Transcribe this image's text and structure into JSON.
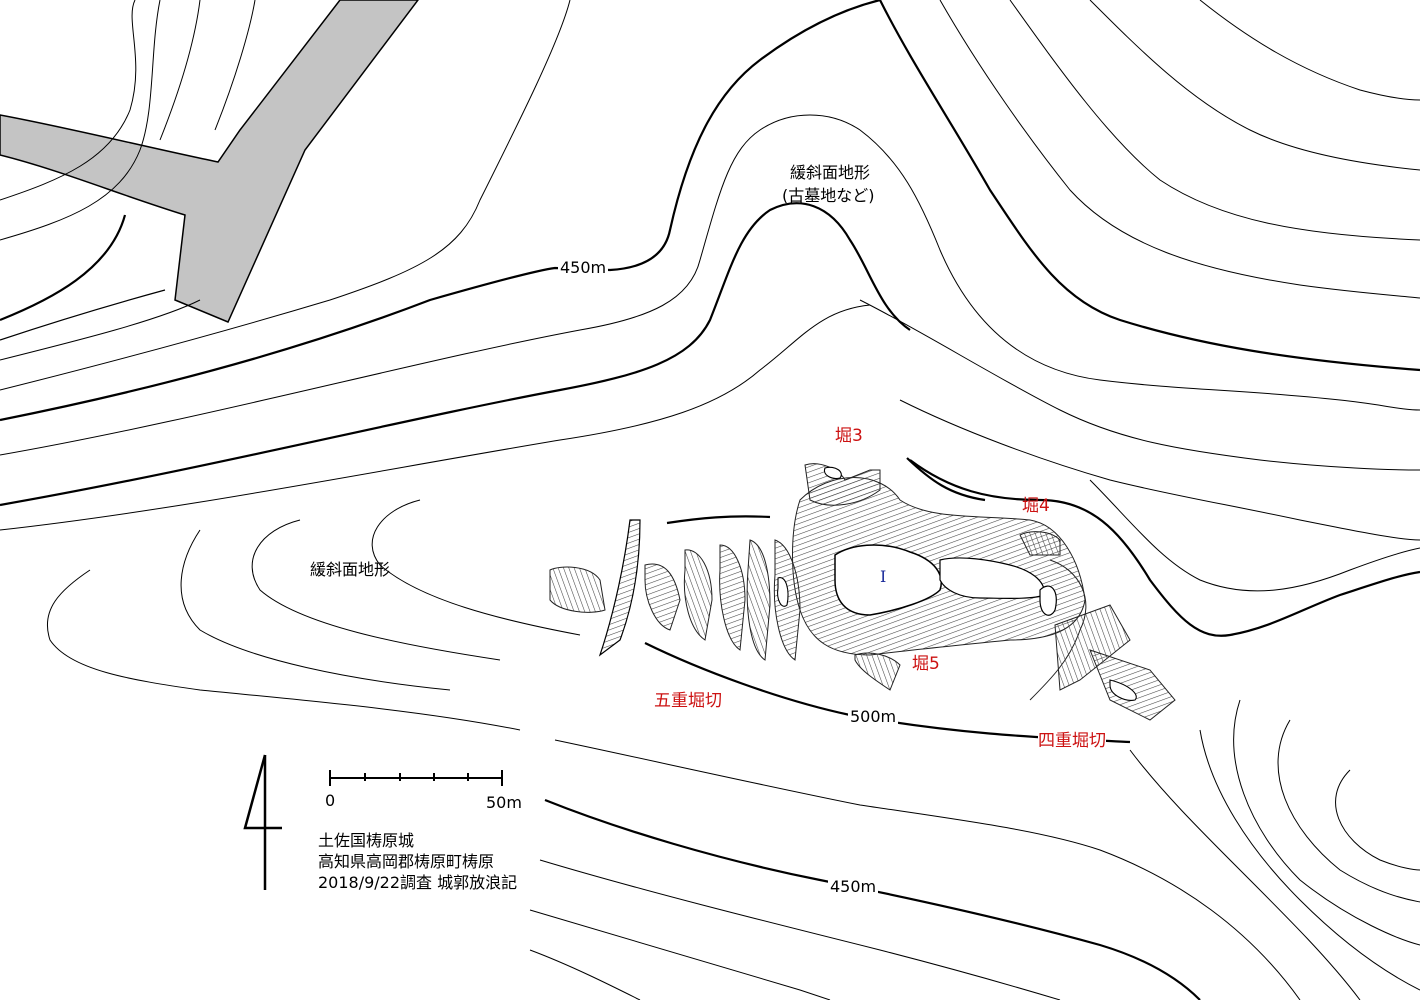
{
  "map": {
    "colors": {
      "road": "#c4c4c4",
      "contour": "#000000",
      "feature_label": "#cc1111",
      "compound_label": "#1a2a9a"
    },
    "terrain_labels": {
      "gentle_slope_north_1": "緩斜面地形",
      "gentle_slope_north_2": "(古墓地など)",
      "gentle_slope_west": "緩斜面地形"
    },
    "contour_labels": {
      "upper_450": "450m",
      "mid_500": "500m",
      "lower_450": "450m"
    },
    "features": {
      "moat3": "堀3",
      "moat4": "堀4",
      "moat5": "堀5",
      "five_moats": "五重堀切",
      "four_moats": "四重堀切",
      "compound_1": "I"
    },
    "scale": {
      "start": "0",
      "end": "50m"
    },
    "north_arrow_icon": "north-arrow-icon",
    "info": {
      "line1": "土佐国梼原城",
      "line2": "高知県高岡郡梼原町梼原",
      "line3": "2018/9/22調査 城郭放浪記"
    }
  }
}
